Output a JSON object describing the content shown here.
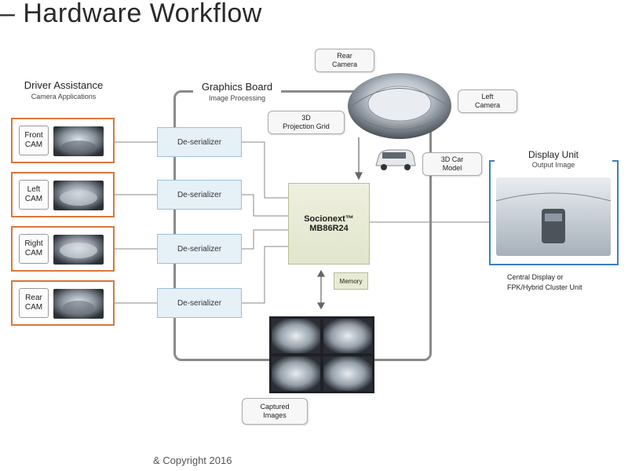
{
  "title": "– Hardware Workflow",
  "driver_assistance": {
    "title": "Driver Assistance",
    "subtitle": "Camera Applications"
  },
  "graphics_board": {
    "title": "Graphics Board",
    "subtitle": "Image Processing"
  },
  "cameras": [
    {
      "line1": "Front",
      "line2": "CAM"
    },
    {
      "line1": "Left",
      "line2": "CAM"
    },
    {
      "line1": "Right",
      "line2": "CAM"
    },
    {
      "line1": "Rear",
      "line2": "CAM"
    }
  ],
  "deserializer_label": "De-serializer",
  "soc": {
    "line1": "Socionext™",
    "line2": "MB86R24"
  },
  "memory_label": "Memory",
  "callouts": {
    "rear_camera": {
      "line1": "Rear",
      "line2": "Camera"
    },
    "left_camera": {
      "line1": "Left",
      "line2": "Camera"
    },
    "projection": {
      "line1": "3D",
      "line2": "Projection Grid"
    },
    "car_model": {
      "line1": "3D Car",
      "line2": "Model"
    },
    "captured": {
      "line1": "Captured",
      "line2": "Images"
    }
  },
  "display_unit": {
    "title": "Display Unit",
    "subtitle": "Output Image",
    "note_line1": "Central Display or",
    "note_line2": "FPK/Hybrid  Cluster Unit"
  },
  "copyright": "& Copyright 2016",
  "colors": {
    "camera_border": "#d9773b",
    "display_border": "#3b7fc4",
    "deserializer_fill": "#e6f0f7",
    "soc_fill": "#e7e9d2"
  }
}
